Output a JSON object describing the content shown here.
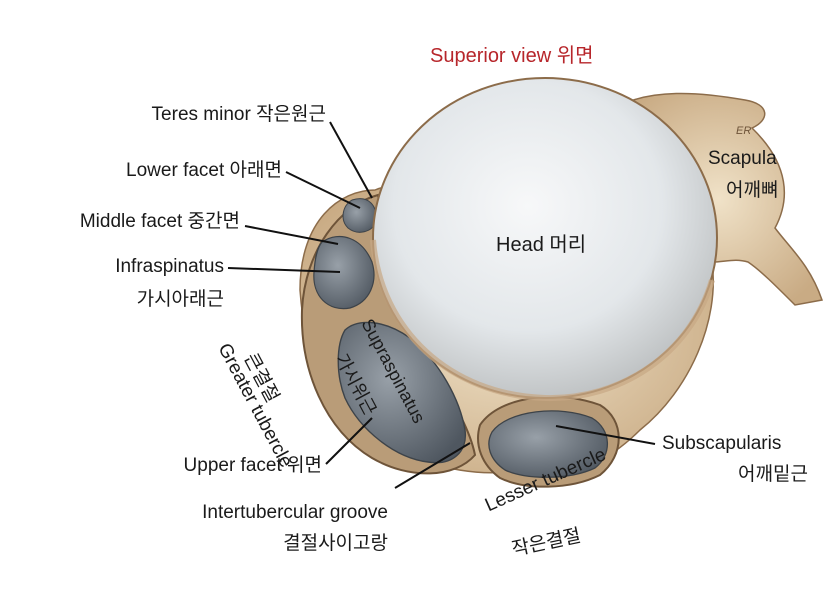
{
  "title": "Superior view 위면",
  "labels": {
    "teres_minor": "Teres minor 작은원근",
    "lower_facet": "Lower facet 아래면",
    "middle_facet": "Middle facet 중간면",
    "infraspinatus": "Infraspinatus",
    "infraspinatus_kr": "가시아래근",
    "greater_tubercle": "Greater tubercle",
    "greater_tubercle_kr": "큰결절",
    "supraspinatus": "Supraspinatus",
    "supraspinatus_kr": "가시위근",
    "upper_facet": "Upper facet 위면",
    "intertubercular_groove": "Intertubercular groove",
    "intertubercular_groove_kr": "결절사이고랑",
    "lesser_tubercle": "Lesser tubercle",
    "lesser_tubercle_kr": "작은결절",
    "subscapularis": "Subscapularis",
    "subscapularis_kr": "어깨밑근",
    "head": "Head 머리",
    "scapula": "Scapula",
    "scapula_kr": "어깨뼈",
    "er_mark": "ER"
  },
  "colors": {
    "title": "#b7262b",
    "bone": "#e6d3b3",
    "bone_shadow": "#a98a68",
    "head": "#dfe4e8",
    "tendon": "#6f7780",
    "leader": "#111111"
  }
}
